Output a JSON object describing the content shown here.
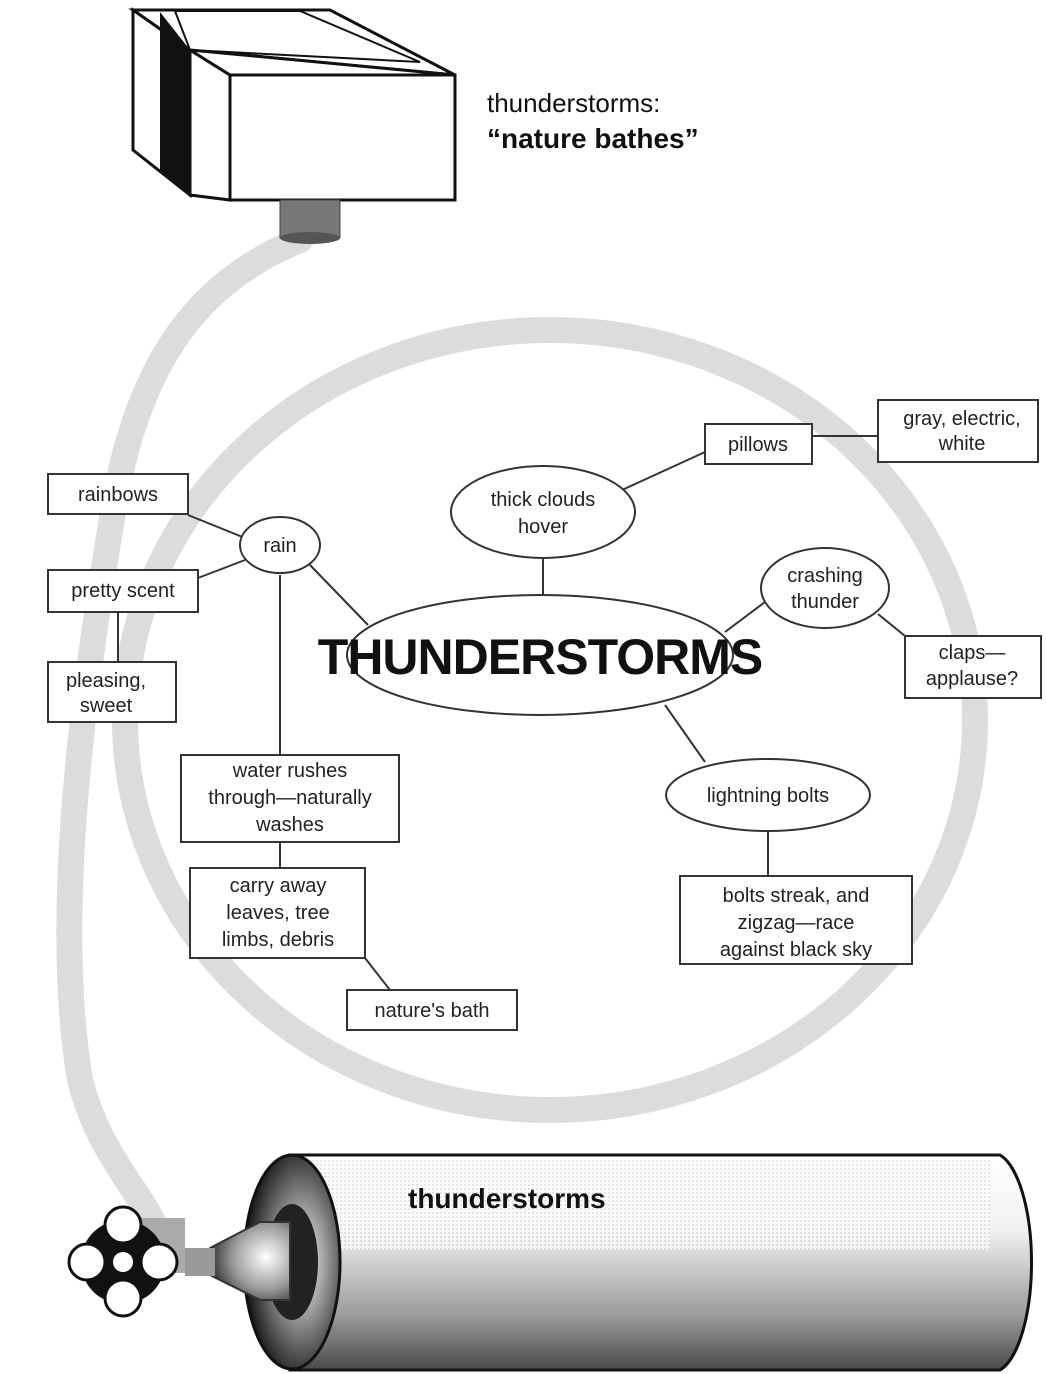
{
  "header": {
    "line1": "thunderstorms:",
    "line2": "“nature bathes”"
  },
  "center": {
    "label": "THUNDERSTORMS"
  },
  "nodes": {
    "rain": "rain",
    "rainbows": "rainbows",
    "pretty_scent": "pretty scent",
    "pleasing_sweet": [
      "pleasing,",
      "sweet"
    ],
    "water_rushes": [
      "water rushes",
      "through—naturally",
      "washes"
    ],
    "carry_away": [
      "carry away",
      "leaves, tree",
      "limbs, debris"
    ],
    "natures_bath": "nature's bath",
    "thick_clouds": [
      "thick clouds",
      "hover"
    ],
    "pillows": "pillows",
    "gray_electric": [
      "gray, electric,",
      "white"
    ],
    "crashing_thunder": [
      "crashing",
      "thunder"
    ],
    "claps": [
      "claps—",
      "applause?"
    ],
    "lightning_bolts": "lightning bolts",
    "bolts_streak": [
      "bolts streak, and",
      "zigzag—race",
      "against black sky"
    ]
  },
  "cylinder": {
    "label": "thunderstorms"
  },
  "colors": {
    "hose": "#d9d9d9",
    "stroke": "#333333",
    "ink": "#111111"
  }
}
